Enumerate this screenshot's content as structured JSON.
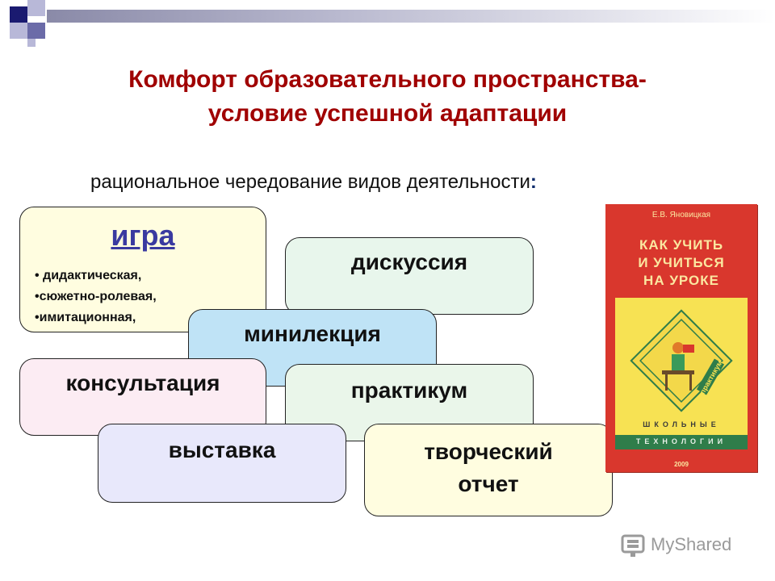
{
  "title": {
    "line1": "Комфорт образовательного пространства-",
    "line2": "условие успешной адаптации"
  },
  "subtitle": {
    "text": "рациональное чередование видов деятельности",
    "colon": ":"
  },
  "boxes": {
    "igra": {
      "title": "игра",
      "items": [
        "• дидактическая,",
        "•сюжетно-ролевая,",
        "•имитационная,"
      ]
    },
    "diskussia": "дискуссия",
    "minilekcia": "минилекция",
    "konsultacia": "консультация",
    "praktikum": "практикум",
    "vystavka": "выставка",
    "tvorcheskiy": {
      "line1": "творческий",
      "line2": "отчет"
    }
  },
  "book": {
    "author": "Е.В. Яновицкая",
    "title_lines": [
      "КАК УЧИТЬ",
      "И УЧИТЬСЯ",
      "НА УРОКЕ"
    ],
    "side_label": "практикум",
    "series1": "ШКОЛЬНЫЕ",
    "series2": "ТЕХНОЛОГИИ",
    "year": "2009"
  },
  "watermark": {
    "text": "MyShared",
    "icon": "slides-logo-icon"
  },
  "colors": {
    "title": "#a00000",
    "igra_title": "#3a3aa0",
    "book_red": "#d9372d",
    "book_yellow": "#f7e253"
  }
}
